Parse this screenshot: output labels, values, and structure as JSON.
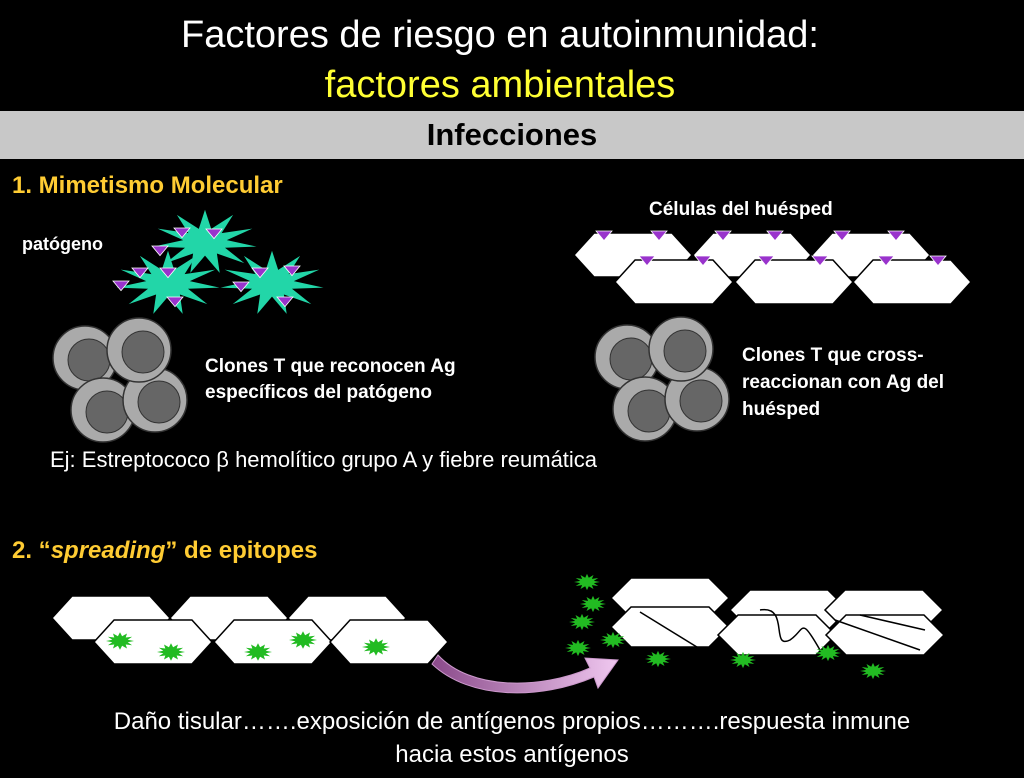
{
  "title": {
    "line1": "Factores de riesgo en autoinmunidad:",
    "line2": "factores ambientales"
  },
  "banner": "Infecciones",
  "section1": {
    "heading": "1. Mimetismo Molecular",
    "pathogen_label": "patógeno",
    "host_cells_label": "Células del huésped",
    "clones_pathogen_label": [
      "Clones T que reconocen Ag",
      "específicos del patógeno"
    ],
    "clones_host_label": [
      "Clones T que cross-",
      "reaccionan con Ag del",
      "huésped"
    ],
    "example": "Ej: Estreptococo β hemolítico grupo A y fiebre reumática"
  },
  "section2": {
    "heading_prefix": "2. “",
    "heading_italic": "spreading",
    "heading_suffix": "” de epitopes"
  },
  "footer": {
    "line1": "Daño tisular…….exposición de antígenos propios……….respuesta inmune",
    "line2": "hacia estos antígenos"
  },
  "colors": {
    "title_accent": "#ffff33",
    "section_heading": "#ffcc33",
    "banner_bg": "#c8c8c8",
    "pathogen": "#22d6a8",
    "antigen": "#9933cc",
    "epitope": "#22bb22",
    "arrow": "#cc88cc"
  }
}
